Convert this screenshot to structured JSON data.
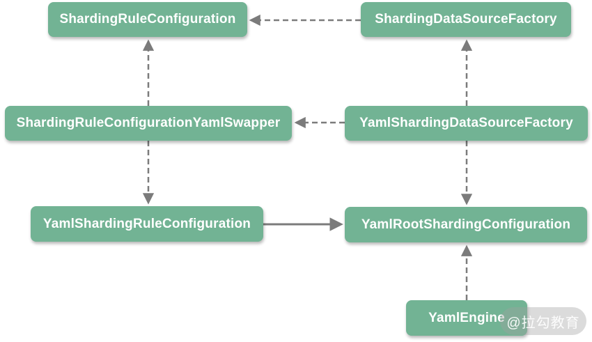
{
  "diagram": {
    "title": "ShardingSphere YAML configuration class relationship diagram",
    "colors": {
      "node_fill": "#72b394",
      "node_text": "#ffffff",
      "arrow": "#7b7b7b",
      "background": "#ffffff",
      "watermark_bg": "#d8d8d8",
      "watermark_text": "#f5f5f5"
    },
    "nodes": [
      {
        "id": "ShardingRuleConfiguration",
        "label": "ShardingRuleConfiguration"
      },
      {
        "id": "ShardingDataSourceFactory",
        "label": "ShardingDataSourceFactory"
      },
      {
        "id": "ShardingRuleConfigurationYamlSwapper",
        "label": "ShardingRuleConfigurationYamlSwapper"
      },
      {
        "id": "YamlShardingDataSourceFactory",
        "label": "YamlShardingDataSourceFactory"
      },
      {
        "id": "YamlShardingRuleConfiguration",
        "label": "YamlShardingRuleConfiguration"
      },
      {
        "id": "YamlRootShardingConfiguration",
        "label": "YamlRootShardingConfiguration"
      },
      {
        "id": "YamlEngine",
        "label": "YamlEngine"
      }
    ],
    "edges": [
      {
        "from": "ShardingDataSourceFactory",
        "to": "ShardingRuleConfiguration",
        "style": "dashed",
        "direction": "left"
      },
      {
        "from": "ShardingRuleConfigurationYamlSwapper",
        "to": "ShardingRuleConfiguration",
        "style": "dashed",
        "direction": "up"
      },
      {
        "from": "YamlShardingDataSourceFactory",
        "to": "ShardingRuleConfigurationYamlSwapper",
        "style": "dashed",
        "direction": "left"
      },
      {
        "from": "YamlShardingDataSourceFactory",
        "to": "ShardingDataSourceFactory",
        "style": "dashed",
        "direction": "up"
      },
      {
        "from": "ShardingRuleConfigurationYamlSwapper",
        "to": "YamlShardingRuleConfiguration",
        "style": "dashed",
        "direction": "down"
      },
      {
        "from": "YamlShardingDataSourceFactory",
        "to": "YamlRootShardingConfiguration",
        "style": "dashed",
        "direction": "down"
      },
      {
        "from": "YamlShardingRuleConfiguration",
        "to": "YamlRootShardingConfiguration",
        "style": "solid",
        "direction": "right"
      },
      {
        "from": "YamlEngine",
        "to": "YamlRootShardingConfiguration",
        "style": "dashed",
        "direction": "up"
      }
    ],
    "watermark": {
      "text": "@拉勾教育"
    }
  }
}
